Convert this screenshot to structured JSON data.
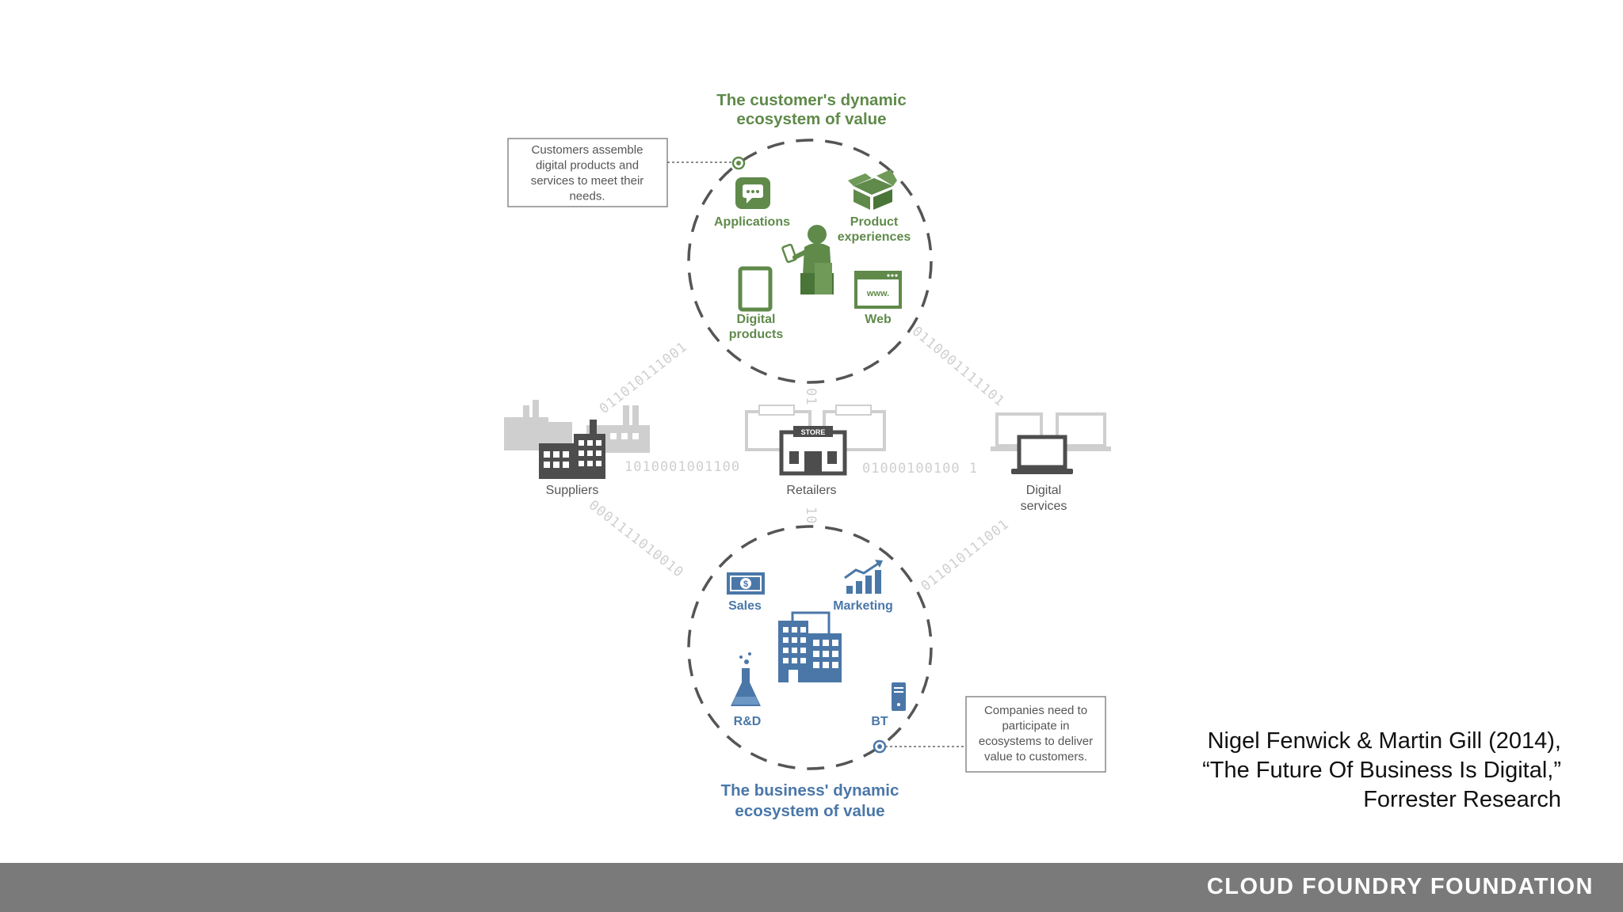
{
  "diagram": {
    "customer_title": [
      "The customer's dynamic",
      "ecosystem of value"
    ],
    "business_title": [
      "The business' dynamic",
      "ecosystem of value"
    ],
    "customer_note": [
      "Customers assemble",
      "digital products and",
      "services to meet their",
      "needs."
    ],
    "business_note": [
      "Companies need to",
      "participate in",
      "ecosystems to deliver",
      "value to customers."
    ],
    "customer_items": {
      "applications": [
        "Applications"
      ],
      "product_experiences": [
        "Product",
        "experiences"
      ],
      "digital_products": [
        "Digital",
        "products"
      ],
      "web": [
        "Web"
      ],
      "web_icon_text": "www."
    },
    "middle_items": {
      "suppliers": [
        "Suppliers"
      ],
      "retailers": [
        "Retailers"
      ],
      "digital_services": [
        "Digital",
        "services"
      ],
      "store_sign": "STORE"
    },
    "business_items": {
      "sales": [
        "Sales"
      ],
      "marketing": [
        "Marketing"
      ],
      "rnd": [
        "R&D"
      ],
      "bt": [
        "BT"
      ]
    },
    "binary": {
      "upper_left": "011010111001",
      "upper_right": "0110001111101",
      "mid_left": "1010001001100",
      "mid_right": "01000100100 1",
      "lower_left": "0001111010010",
      "lower_right": "011010111001",
      "vert_top": "01",
      "vert_bottom": "10"
    },
    "colors": {
      "green": "#5f8a4a",
      "blue": "#4a77a8",
      "gray": "#555555",
      "light_gray": "#cfcfcf"
    },
    "icons": [
      "chat-bubble-icon",
      "open-box-icon",
      "person-with-phone-icon",
      "tablet-icon",
      "browser-window-icon",
      "factory-icon",
      "storefront-icon",
      "laptop-icon",
      "cash-icon",
      "growth-chart-icon",
      "office-building-icon",
      "flask-icon",
      "server-icon"
    ]
  },
  "citation": {
    "line1": "Nigel Fenwick & Martin Gill (2014),",
    "line2": "“The Future Of Business Is Digital,”",
    "line3": "Forrester Research"
  },
  "footer": {
    "brand": "CLOUD FOUNDRY FOUNDATION"
  }
}
